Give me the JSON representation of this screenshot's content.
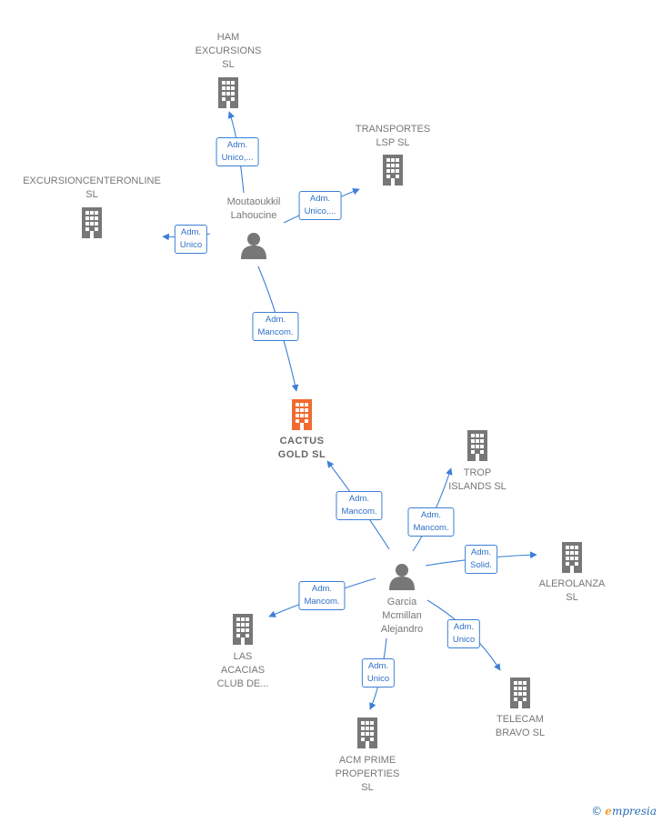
{
  "colors": {
    "edge": "#3d7fd6",
    "building": "#777777",
    "center": "#f26a2e",
    "person": "#777777"
  },
  "nodes": [
    {
      "id": "cactus",
      "type": "company",
      "center": true,
      "lines": [
        "CACTUS",
        "GOLD  SL"
      ],
      "icon": "building-icon"
    },
    {
      "id": "moutaoukkil",
      "type": "person",
      "lines": [
        "Moutaoukkil",
        "Lahoucine"
      ],
      "icon": "person-icon"
    },
    {
      "id": "garcia",
      "type": "person",
      "lines": [
        "Garcia",
        "Mcmillan",
        "Alejandro"
      ],
      "icon": "person-icon"
    },
    {
      "id": "ham",
      "type": "company",
      "lines": [
        "HAM",
        "EXCURSIONS",
        "SL"
      ],
      "icon": "building-icon"
    },
    {
      "id": "transportes",
      "type": "company",
      "lines": [
        "TRANSPORTES",
        "LSP SL"
      ],
      "icon": "building-icon"
    },
    {
      "id": "excursioncenter",
      "type": "company",
      "lines": [
        "EXCURSIONCENTERONLINE",
        "SL"
      ],
      "icon": "building-icon"
    },
    {
      "id": "trop",
      "type": "company",
      "lines": [
        "TROP",
        "ISLANDS  SL"
      ],
      "icon": "building-icon"
    },
    {
      "id": "alerolanza",
      "type": "company",
      "lines": [
        "ALEROLANZA",
        "SL"
      ],
      "icon": "building-icon"
    },
    {
      "id": "telecam",
      "type": "company",
      "lines": [
        "TELECAM",
        "BRAVO SL"
      ],
      "icon": "building-icon"
    },
    {
      "id": "acm",
      "type": "company",
      "lines": [
        "ACM PRIME",
        "PROPERTIES",
        "SL"
      ],
      "icon": "building-icon"
    },
    {
      "id": "lasacacias",
      "type": "company",
      "lines": [
        "LAS",
        "ACACIAS",
        "CLUB DE..."
      ],
      "icon": "building-icon"
    }
  ],
  "edges": [
    {
      "from": "moutaoukkil",
      "to": "ham",
      "label": [
        "Adm.",
        "Unico,..."
      ]
    },
    {
      "from": "moutaoukkil",
      "to": "transportes",
      "label": [
        "Adm.",
        "Unico,..."
      ]
    },
    {
      "from": "moutaoukkil",
      "to": "excursioncenter",
      "label": [
        "Adm.",
        "Unico"
      ]
    },
    {
      "from": "moutaoukkil",
      "to": "cactus",
      "label": [
        "Adm.",
        "Mancom."
      ]
    },
    {
      "from": "garcia",
      "to": "cactus",
      "label": [
        "Adm.",
        "Mancom."
      ]
    },
    {
      "from": "garcia",
      "to": "trop",
      "label": [
        "Adm.",
        "Mancom."
      ]
    },
    {
      "from": "garcia",
      "to": "alerolanza",
      "label": [
        "Adm.",
        "Solid."
      ]
    },
    {
      "from": "garcia",
      "to": "lasacacias",
      "label": [
        "Adm.",
        "Mancom."
      ]
    },
    {
      "from": "garcia",
      "to": "telecam",
      "label": [
        "Adm.",
        "Unico"
      ]
    },
    {
      "from": "garcia",
      "to": "acm",
      "label": [
        "Adm.",
        "Unico"
      ]
    }
  ],
  "footer": {
    "copyright": "©",
    "brand_initial": "e",
    "brand_rest": "mpresia"
  }
}
